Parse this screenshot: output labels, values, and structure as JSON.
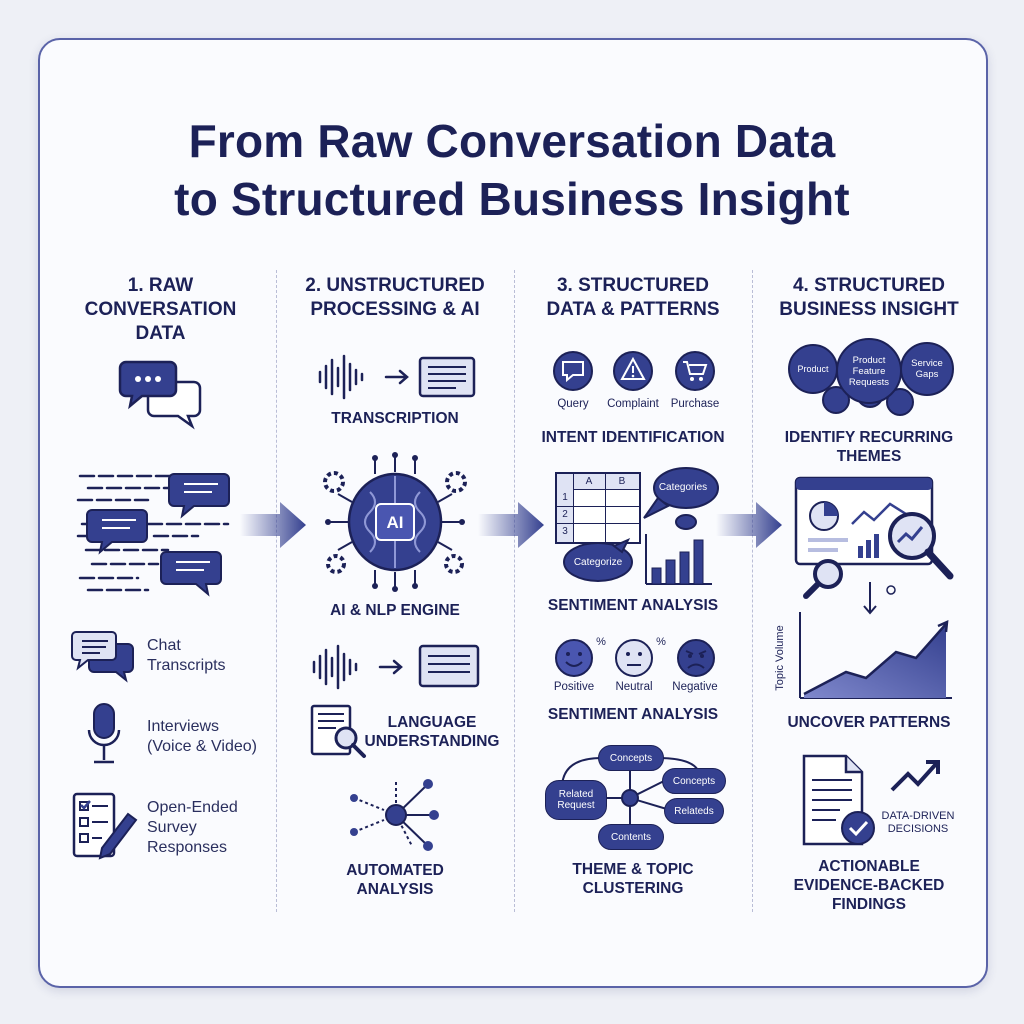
{
  "title": {
    "line1": "From Raw Conversation Data",
    "line2": "to Structured Business Insight"
  },
  "columns": [
    {
      "heading": [
        "1. RAW",
        "CONVERSATION",
        "DATA"
      ],
      "sources": [
        {
          "icon": "chat-bubbles-icon",
          "label": [
            "Chat",
            "Transcripts"
          ]
        },
        {
          "icon": "microphone-icon",
          "label": [
            "Interviews",
            "(Voice & Video)"
          ]
        },
        {
          "icon": "survey-checklist-icon",
          "label": [
            "Open-Ended",
            "Survey",
            "Responses"
          ]
        }
      ]
    },
    {
      "heading": [
        "2. UNSTRUCTURED",
        "PROCESSING & AI"
      ],
      "steps": [
        "TRANSCRIPTION",
        "AI & NLP ENGINE",
        "LANGUAGE\nUNDERSTANDING",
        "AUTOMATED\nANALYSIS"
      ],
      "ai_badge": "AI"
    },
    {
      "heading": [
        "3. STRUCTURED",
        "DATA & PATTERNS"
      ],
      "intent_icons": [
        "Query",
        "Complaint",
        "Purchase"
      ],
      "intent_label": "INTENT IDENTIFICATION",
      "table_headers": [
        "A",
        "B"
      ],
      "table_rows": [
        "1",
        "2",
        "3"
      ],
      "bubbles": [
        "Categories",
        "Categorize"
      ],
      "sentiment_label_1": "SENTIMENT ANALYSIS",
      "sentiments": [
        "Positive",
        "Neutral",
        "Negative"
      ],
      "percent": "%",
      "sentiment_label_2": "SENTIMENT ANALYSIS",
      "cluster_nodes": [
        "Concepts",
        "Concepts",
        "Related\nRequest",
        "Relateds",
        "Contents"
      ],
      "cluster_label": "THEME & TOPIC\nCLUSTERING"
    },
    {
      "heading": [
        "4. STRUCTURED",
        "BUSINESS INSIGHT"
      ],
      "theme_chips": [
        "Product",
        "Product\nFeature\nRequests",
        "Service\nGaps"
      ],
      "theme_label": "IDENTIFY RECURRING\nTHEMES",
      "axis_label": "Topic Volume",
      "patterns_label": "UNCOVER PATTERNS",
      "decision_label": "DATA-DRIVEN\nDECISIONS",
      "findings_label": "ACTIONABLE\nEVIDENCE-BACKED\nFINDINGS"
    }
  ],
  "colors": {
    "navy": "#1c2157",
    "accent": "#34408f",
    "light": "#dfe3f4"
  }
}
